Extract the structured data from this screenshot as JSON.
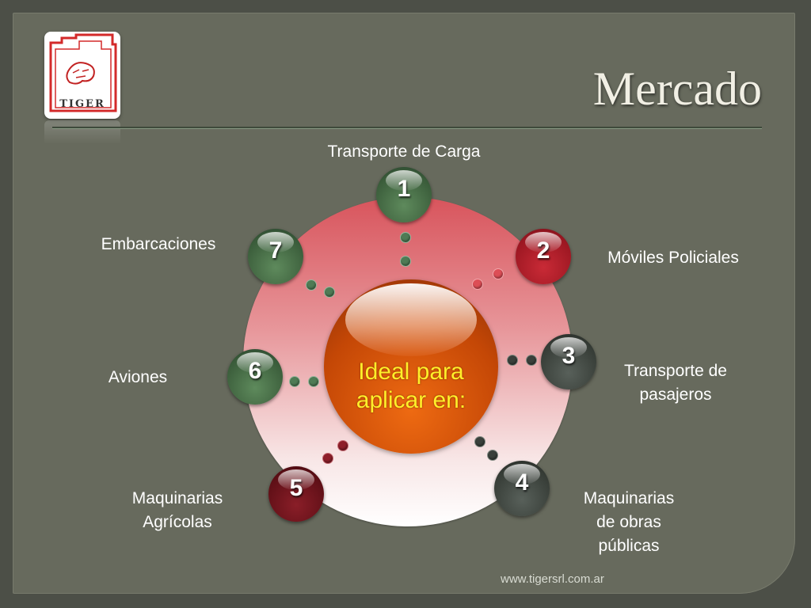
{
  "slide": {
    "title": "Mercado",
    "logo_text": "TIGER",
    "center_line1": "Ideal para",
    "center_line2": "aplicar en:",
    "footer": "www.tigersrl.com.ar"
  },
  "nodes": [
    {
      "number": "1",
      "label_lines": [
        "Transporte de Carga"
      ],
      "color": "#3a5c3a"
    },
    {
      "number": "2",
      "label_lines": [
        "Móviles Policiales"
      ],
      "color": "#9c1722"
    },
    {
      "number": "3",
      "label_lines": [
        "Transporte de",
        "pasajeros"
      ],
      "color": "#363c36"
    },
    {
      "number": "4",
      "label_lines": [
        "Maquinarias",
        "de obras",
        "públicas"
      ],
      "color": "#363c36"
    },
    {
      "number": "5",
      "label_lines": [
        "Maquinarias",
        "Agrícolas"
      ],
      "color": "#5e0f16"
    },
    {
      "number": "6",
      "label_lines": [
        "Aviones"
      ],
      "color": "#3a5c3a"
    },
    {
      "number": "7",
      "label_lines": [
        "Embarcaciones"
      ],
      "color": "#3a5c3a"
    }
  ],
  "colors": {
    "background": "#676a5d",
    "ring_top": "#d8545c",
    "center": "#c44706",
    "center_text": "#ffef2a",
    "title": "#f1efe4"
  }
}
